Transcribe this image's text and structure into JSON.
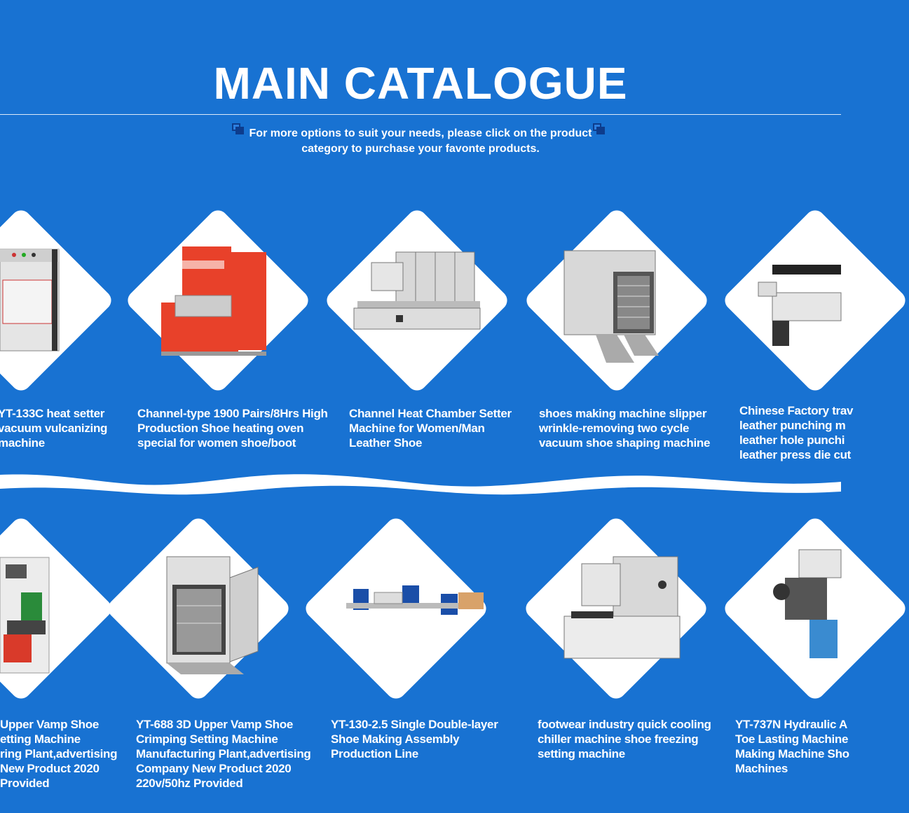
{
  "header": {
    "title": "MAIN CATALOGUE",
    "subtitle_line1": "For more options to suit your needs, please click on the product",
    "subtitle_line2": "category to purchase your favonte products."
  },
  "colors": {
    "background": "#1872d2",
    "tile": "#ffffff",
    "text": "#ffffff",
    "accent_dark": "#0d3c8c"
  },
  "products": [
    {
      "name_lines": [
        "YT-133C heat setter",
        "vacuum vulcanizing",
        "machine"
      ]
    },
    {
      "name_lines": [
        "Channel-type 1900 Pairs/8Hrs High",
        "Production Shoe heating oven",
        "special for women shoe/boot"
      ]
    },
    {
      "name_lines": [
        "Channel Heat Chamber Setter",
        "Machine for Women/Man",
        "Leather Shoe"
      ]
    },
    {
      "name_lines": [
        "shoes making machine slipper",
        "wrinkle-removing two cycle",
        "vacuum shoe shaping machine"
      ]
    },
    {
      "name_lines": [
        "Chinese Factory trav",
        "leather punching m",
        "leather hole punchi",
        "leather press die cut"
      ]
    },
    {
      "name_lines": [
        "Upper Vamp Shoe",
        "etting Machine",
        "ring Plant,advertising",
        "New Product 2020",
        "Provided"
      ]
    },
    {
      "name_lines": [
        "YT-688 3D Upper Vamp Shoe",
        "Crimping Setting Machine",
        "Manufacturing Plant,advertising",
        "Company New Product 2020",
        "220v/50hz Provided"
      ]
    },
    {
      "name_lines": [
        "YT-130-2.5 Single Double-layer",
        "Shoe Making Assembly",
        "Production Line"
      ]
    },
    {
      "name_lines": [
        "footwear industry quick cooling",
        "chiller machine shoe freezing",
        "setting machine"
      ]
    },
    {
      "name_lines": [
        "YT-737N Hydraulic A",
        "Toe Lasting Machine",
        "Making Machine Sho",
        "Machines"
      ]
    }
  ]
}
